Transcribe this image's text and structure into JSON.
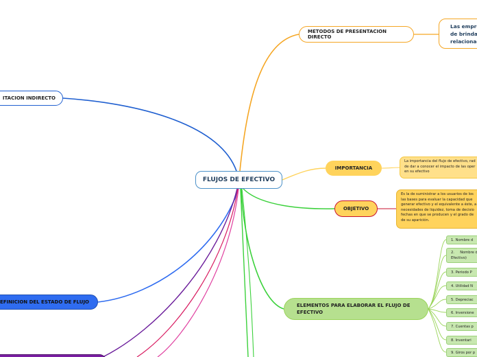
{
  "center": {
    "label": "FLUJOS DE EFECTIVO"
  },
  "branches": {
    "metodo_directo": {
      "label": "METODOS DE PRESENTACION DIRECTO"
    },
    "metodo_directo_note": {
      "lines": [
        "Las empre",
        "de brinda",
        "relacionad"
      ]
    },
    "metodo_indirecto": {
      "label": "ITACION INDIRECTO"
    },
    "importancia": {
      "label": "IMPORTANCIA"
    },
    "importancia_note": {
      "lines": [
        "La importancia del flujo de efectivo, rad",
        "de dar a conocer el impacto de las oper",
        "en su efectivo"
      ]
    },
    "objetivo": {
      "label": "OBJETIVO"
    },
    "objetivo_note": {
      "lines": [
        "Es la de suministrar a los usuarios de los",
        "las bases para evaluar la capacidad que",
        "generar efectivo y el equivalente a éste, a",
        "necesidades de liquidez, toma de decisio",
        "fechas en que se producen y el grado de",
        "de su aparición."
      ]
    },
    "elementos": {
      "label": "ELEMENTOS PARA ELABORAR EL FLUJO DE EFECTIVO"
    },
    "definicion": {
      "label": "EFINICION DEL ESTADO DE FLUJO"
    }
  },
  "elementos_items": [
    {
      "label": "1.     Nombre d"
    },
    {
      "label": "2.     Nombre d\nEfectivo)"
    },
    {
      "label": "3.     Periodo P"
    },
    {
      "label": "4.     Utilidad N"
    },
    {
      "label": "5.     Depreciac"
    },
    {
      "label": "6.     Inversione"
    },
    {
      "label": "7.     Cuentas p"
    },
    {
      "label": "8.     Inventari"
    },
    {
      "label": "9.     Giros por p"
    }
  ],
  "colors": {
    "center_border": "#4a90c8",
    "directo": "#f5a623",
    "indirecto": "#1f5fd0",
    "importancia": "#ffd35c",
    "objetivo": "#c8102e",
    "elementos": "#9ad45a",
    "definicion": "#2f6cf0",
    "purple": "#6a1b9a",
    "magenta": "#d81b60",
    "green": "#3bd13b"
  }
}
